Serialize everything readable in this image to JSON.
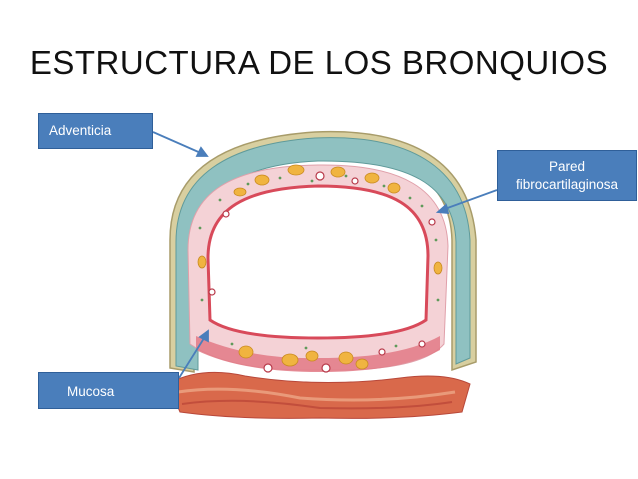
{
  "slide": {
    "title": "ESTRUCTURA DE LOS BRONQUIOS"
  },
  "labels": {
    "adventicia": "Adventicia",
    "pared_line1": "Pared",
    "pared_line2": "fibrocartilaginosa",
    "mucosa": "Mucosa"
  },
  "colors": {
    "callout_fill": "#4a7ebb",
    "cartilage": "#8fc1c1",
    "adventitia": "#d8cfa0",
    "mucosa": "#f4d2d6",
    "epithelium": "#d84a5a",
    "glands": "#f0b440",
    "base_tissue": "#d9694b",
    "arrow": "#4a7ebb"
  }
}
